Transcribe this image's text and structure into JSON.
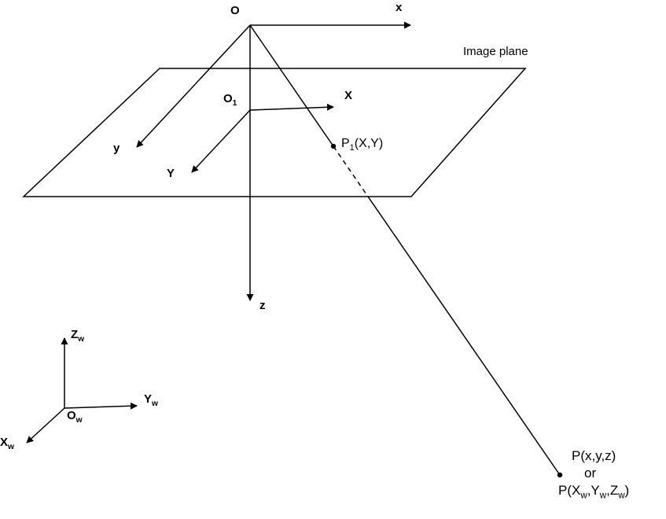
{
  "colors": {
    "stroke": "#000000",
    "background": "#ffffff"
  },
  "diagram": {
    "camera": {
      "origin": "O",
      "x_axis": "x",
      "y_axis": "y",
      "z_axis": "z"
    },
    "image_plane": {
      "name": "Image plane",
      "origin_base": "O",
      "origin_sub": "1",
      "X_axis": "X",
      "Y_axis": "Y"
    },
    "p1": {
      "base": "P",
      "sub": "1",
      "rest": "(X,Y)"
    },
    "world": {
      "z_base": "Z",
      "z_sub": "w",
      "y_base": "Y",
      "y_sub": "w",
      "o_base": "O",
      "o_sub": "w",
      "x_base": "X",
      "x_sub": "w"
    },
    "p": {
      "line1": "P(x,y,z)",
      "line2": "or",
      "line3": {
        "a": "P(X",
        "s1": "w",
        "b": ",Y",
        "s2": "w",
        "c": ",Z",
        "s3": "w",
        "d": ")"
      }
    }
  }
}
